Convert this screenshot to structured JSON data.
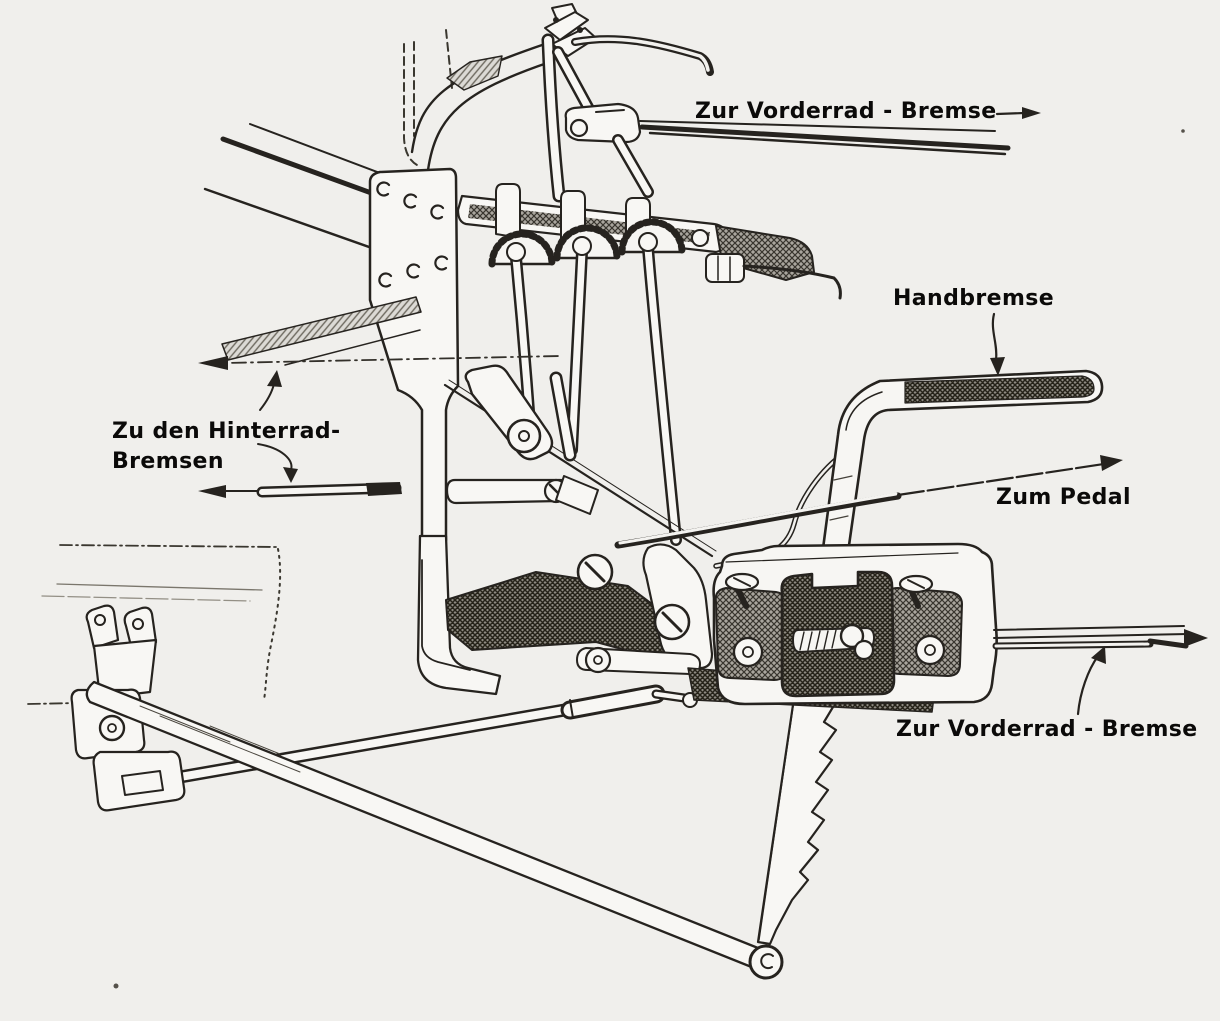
{
  "figure": {
    "kind": "vintage technical line illustration (halftone engraving style)",
    "subject": "Brake linkage: handbrake lever, equalizer and brake rods",
    "language": "de",
    "background_color": "#f0efec",
    "ink_color": "#26231f"
  },
  "labels": {
    "front_brake_top": "Zur Vorderrad - Bremse",
    "handbrake": "Handbremse",
    "rear_brakes_line1": "Zu den Hinterrad-",
    "rear_brakes_line2": "Bremsen",
    "pedal": "Zum Pedal",
    "front_brake_bottom": "Zur Vorderrad - Bremse"
  },
  "components": [
    "frame-gusset-plate",
    "compensator-cross-shaft",
    "toothed-sector-segments",
    "pull-rod-links",
    "top-shackle",
    "front-brake-rod-top",
    "handbrake-lever",
    "equalizer-box",
    "ratchet-sector",
    "pedal-rod",
    "rear-brake-rod",
    "axle-fork",
    "radius-rods",
    "front-brake-rod-bottom",
    "phantom-frame-outline"
  ]
}
